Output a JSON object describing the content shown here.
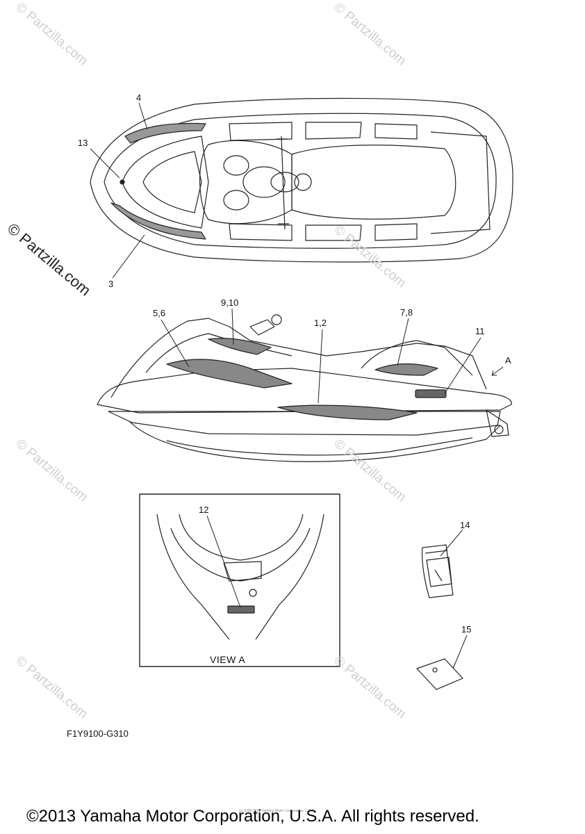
{
  "diagram": {
    "callouts": [
      "4",
      "13",
      "3",
      "9,10",
      "5,6",
      "1,2",
      "7,8",
      "11",
      "A",
      "12",
      "14",
      "15"
    ],
    "view_label": "VIEW A",
    "drawing_code": "F1Y9100-G310",
    "copyright": "©2013 Yamaha Motor Corporation, U.S.A. All rights reserved.",
    "fine_print": "(c) 2005-2016 Yamaha Motor Corporation, U.S.A.",
    "watermark_main": "© Partzilla.com",
    "watermark_faint": "© Partzilla.com"
  }
}
